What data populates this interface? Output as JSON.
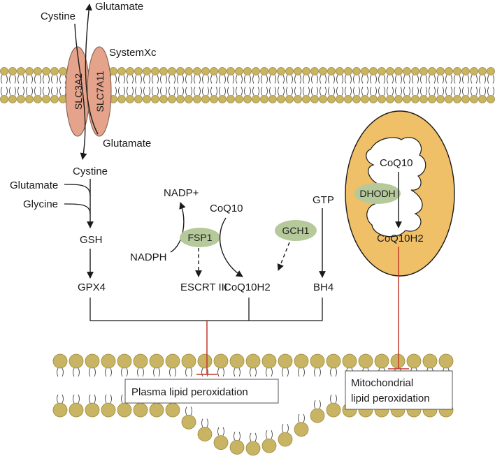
{
  "membrane_top": {
    "system_label": "SystemXc",
    "transporter_left": "SLC3A2",
    "transporter_right": "SLC7A11",
    "cystine_out": "Cystine",
    "glutamate_out": "Glutamate",
    "glutamate_in": "Glutamate"
  },
  "gsh_pathway": {
    "cystine": "Cystine",
    "glutamate": "Glutamate",
    "glycine": "Glycine",
    "gsh": "GSH",
    "gpx4": "GPX4"
  },
  "fsp1_pathway": {
    "nadp_plus": "NADP+",
    "nadph": "NADPH",
    "enzyme": "FSP1",
    "escrt": "ESCRT III",
    "coq10": "CoQ10",
    "coq10h2": "CoQ10H2"
  },
  "gch1_pathway": {
    "enzyme": "GCH1",
    "gtp": "GTP",
    "bh4": "BH4"
  },
  "mitochondria": {
    "coq10": "CoQ10",
    "enzyme": "DHODH",
    "coq10h2": "CoQ10H2"
  },
  "outcomes": {
    "plasma": "Plasma lipid peroxidation",
    "mito_line1": "Mitochondrial",
    "mito_line2": "lipid peroxidation"
  },
  "colors": {
    "lipid_head": "#c9b463",
    "lipid_head_stroke": "#9c8a3c",
    "transporter": "#e4a38a",
    "enzyme": "#b5c99a",
    "mitochondrion": "#f0c068",
    "inhibition": "#c0392b"
  }
}
